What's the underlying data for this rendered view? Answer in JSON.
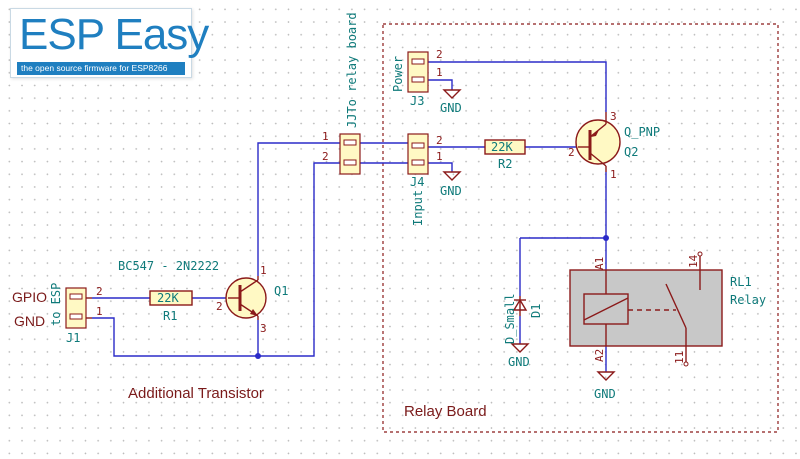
{
  "logo": {
    "title": "ESP Easy",
    "subtitle": "the open source firmware for ESP8266"
  },
  "labels": {
    "gpio": "GPIO",
    "gnd": "GND",
    "additional_transistor": "Additional Transistor",
    "relay_board": "Relay Board"
  },
  "components": {
    "j1": {
      "ref": "J1",
      "value": "to ESP",
      "pin1": "1",
      "pin2": "2"
    },
    "r1": {
      "ref": "R1",
      "value": "22K"
    },
    "q1": {
      "ref": "Q1",
      "value": "BC547 - 2N2222",
      "pin1": "1",
      "pin2": "2",
      "pin3": "3"
    },
    "jj": {
      "value": "JJTo relay board",
      "pin1": "1",
      "pin2": "2"
    },
    "j3": {
      "ref": "J3",
      "value": "Power",
      "pin1": "1",
      "pin2": "2",
      "gnd": "GND"
    },
    "j4": {
      "ref": "J4",
      "value": "Input",
      "pin1": "1",
      "pin2": "2",
      "gnd": "GND"
    },
    "r2": {
      "ref": "R2",
      "value": "22K"
    },
    "q2": {
      "ref": "Q2",
      "value": "Q_PNP",
      "pin1": "1",
      "pin2": "2",
      "pin3": "3"
    },
    "d1": {
      "ref": "D1",
      "value": "D_Small",
      "gnd": "GND"
    },
    "rl1": {
      "ref": "RL1",
      "value": "Relay",
      "pin_a1": "A1",
      "pin_a2": "A2",
      "pin_11": "11",
      "pin_14": "14",
      "gnd": "GND"
    }
  },
  "colors": {
    "wire": "#2b2bc8",
    "component": "#8b1a1a",
    "reference": "#0f7a7a",
    "logo_blue": "#1f7fc0"
  }
}
